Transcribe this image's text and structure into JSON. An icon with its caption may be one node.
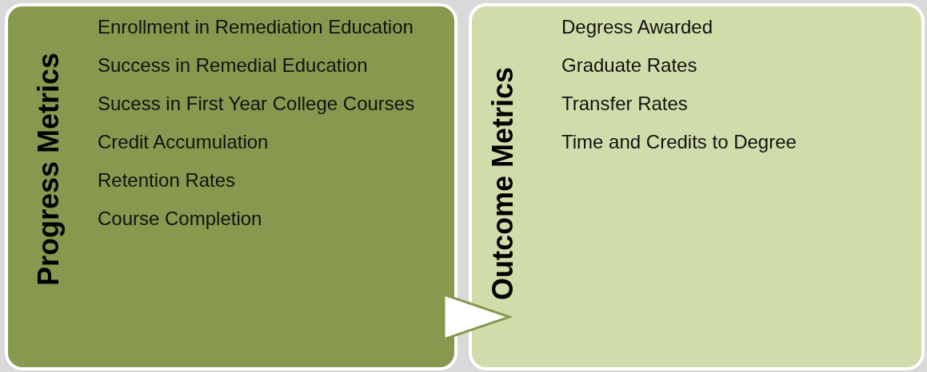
{
  "diagram": {
    "nodes": [
      {
        "text": [
          "Progress Metrics",
          "Enrollment in Remediation Education",
          "Success in Remedial Education",
          "Sucess in First Year College Courses",
          "Credit Accumulation",
          "Retention Rates",
          "Course Completion"
        ]
      },
      {
        "text": [
          "Outcome Metrics",
          "Degress Awarded",
          "Graduate Rates",
          "Transfer Rates",
          "Time and Credits to Degree"
        ]
      }
    ],
    "edges": [
      {
        "from": 0,
        "to": 1,
        "arrow": "to"
      }
    ]
  }
}
